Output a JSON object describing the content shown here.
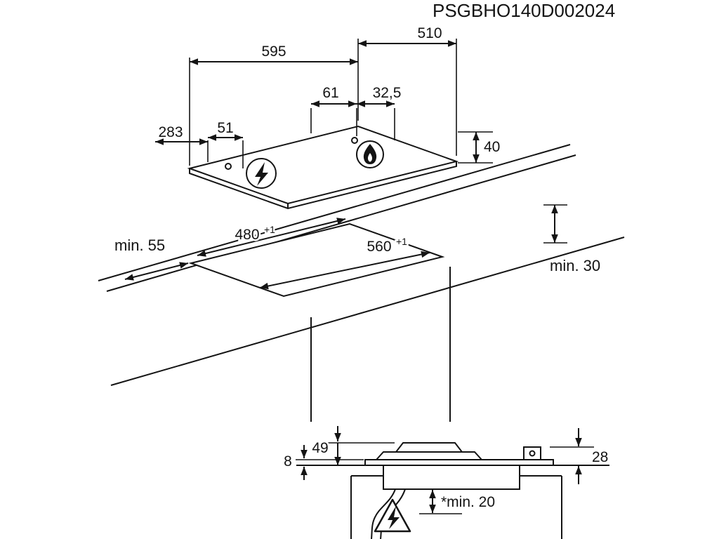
{
  "colors": {
    "ink": "#141414",
    "paper": "#ffffff"
  },
  "model_code": "PSGBHO140D002024",
  "top_view": {
    "width": "595",
    "depth": "510",
    "burner_offset": "61",
    "burner_edge_offset": "32,5",
    "control_offset": "283",
    "control_spacing": "51",
    "built_in_height": "40"
  },
  "cutout_view": {
    "depth": "480",
    "depth_tolerance": "+1",
    "width": "560",
    "width_tolerance": "+1",
    "min_front": "min. 55",
    "min_rear": "min. 30"
  },
  "section_view": {
    "glass_thickness": "8",
    "burner_height": "49",
    "height_above_top": "28",
    "min_clearance": "*min. 20"
  },
  "icons": {
    "ignition": "lightning-circle-icon",
    "gas_burner": "flame-circle-icon",
    "electric_warning": "lightning-warning-triangle-icon"
  }
}
